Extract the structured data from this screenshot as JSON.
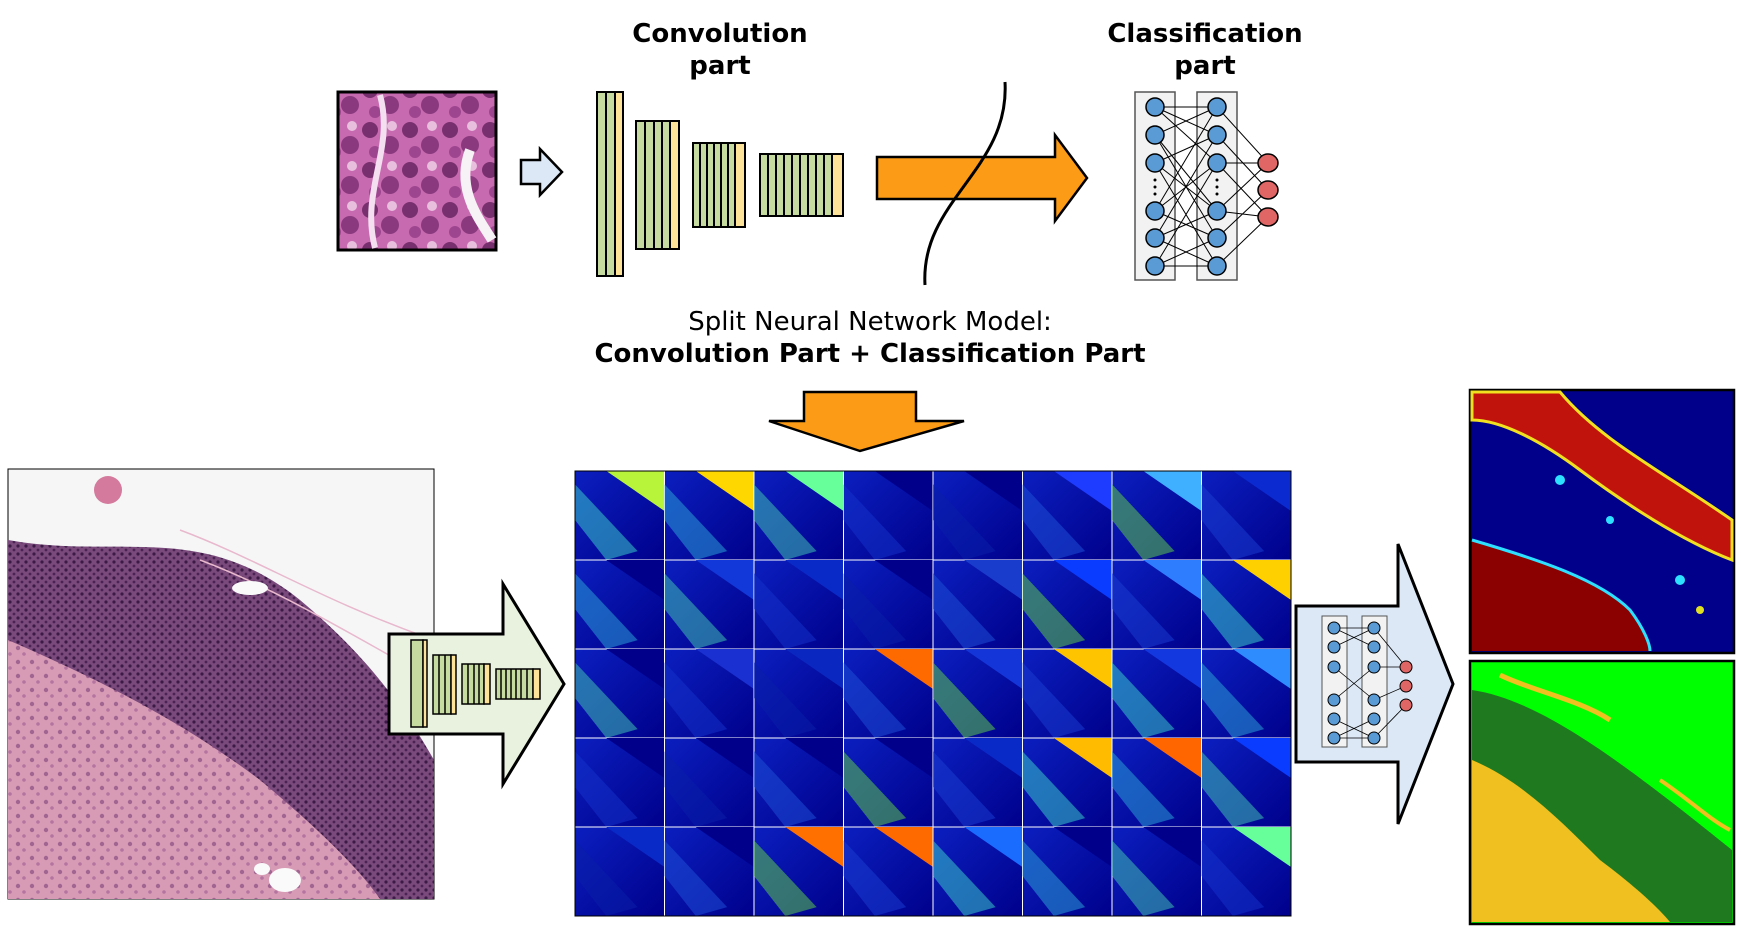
{
  "labels": {
    "conv_title_line1": "Convolution",
    "conv_title_line2": "part",
    "cls_title_line1": "Classification",
    "cls_title_line2": "part",
    "caption_line1": "Split Neural Network Model:",
    "caption_line2": "Convolution Part + Classification Part"
  },
  "colors": {
    "feature_map_green": "#c5dba0",
    "feature_map_yellow": "#fde39a",
    "orange_arrow": "#fb9b16",
    "blue_arrow": "#dce8f5",
    "green_panel": "#e9f1df",
    "node_blue": "#5b9bd5",
    "node_red": "#e06666",
    "heatmap_deep_blue": "#00008b",
    "heatmap_red": "#8b0000",
    "segmentation_green": "#00ff00",
    "segmentation_dark_green": "#1f7a1f",
    "segmentation_yellow": "#f0c020",
    "tissue_pink": "#d79ab5",
    "tissue_purple": "#6d3a6b",
    "patch_magenta": "#b8559f"
  },
  "feature_grid": {
    "rows": 5,
    "cols": 8
  }
}
